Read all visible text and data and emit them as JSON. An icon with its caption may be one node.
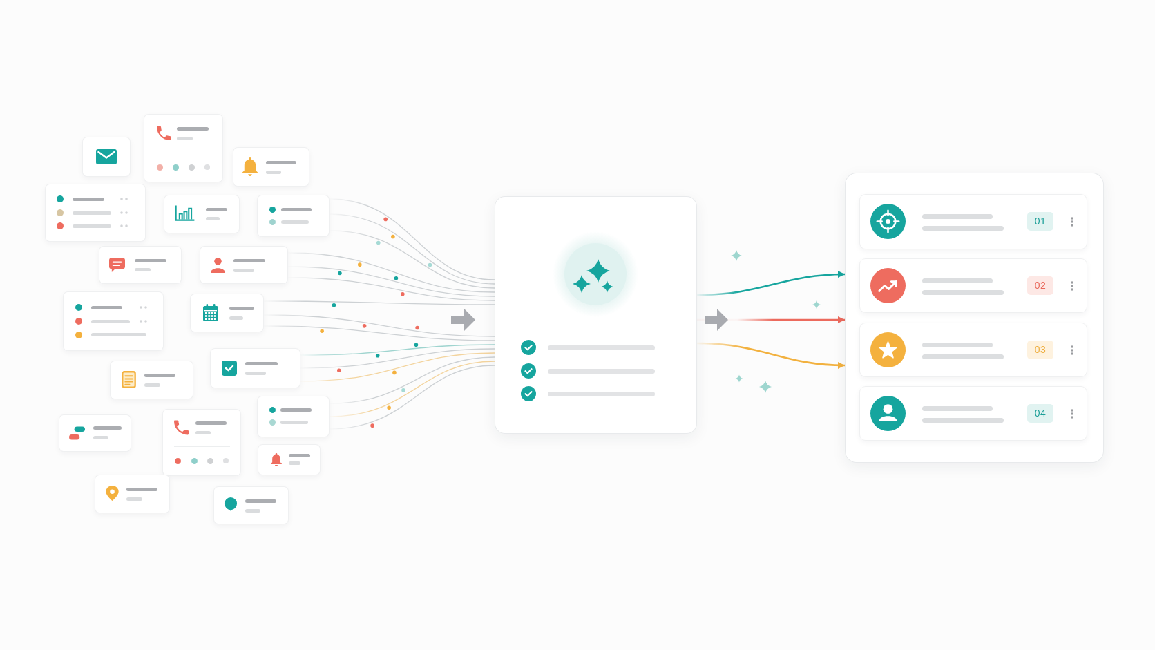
{
  "diagram": {
    "nodes": [
      {
        "text": [],
        "shape": "box"
      },
      {
        "text": [],
        "shape": "box"
      },
      {
        "text": [],
        "shape": "box"
      },
      {
        "text": [],
        "shape": "box"
      },
      {
        "text": [],
        "shape": "box"
      },
      {
        "text": [],
        "shape": "box"
      },
      {
        "text": [],
        "shape": "box"
      },
      {
        "text": [],
        "shape": "box"
      },
      {
        "text": [],
        "shape": "box"
      },
      {
        "text": [],
        "shape": "box"
      },
      {
        "text": [],
        "shape": "box"
      },
      {
        "text": [],
        "shape": "box"
      },
      {
        "text": [],
        "shape": "box"
      },
      {
        "text": [],
        "shape": "box"
      },
      {
        "text": [],
        "shape": "box"
      },
      {
        "text": [],
        "shape": "box"
      },
      {
        "text": [],
        "shape": "box"
      },
      {
        "text": [],
        "shape": "box"
      },
      {
        "text": [],
        "shape": "box"
      },
      {
        "text": [],
        "shape": "box"
      },
      {
        "text": [
          "01"
        ],
        "in": 19
      },
      {
        "text": [
          "02"
        ],
        "in": 19
      },
      {
        "text": [
          "03"
        ],
        "in": 19
      },
      {
        "text": [
          "04"
        ],
        "in": 19
      }
    ],
    "edges": [
      {
        "from": 5,
        "to": 18,
        "arrow": "none"
      },
      {
        "from": 5,
        "to": 18,
        "arrow": "none"
      },
      {
        "from": 5,
        "to": 18,
        "arrow": "none"
      },
      {
        "from": 7,
        "to": 18,
        "arrow": "none"
      },
      {
        "from": 7,
        "to": 18,
        "arrow": "none"
      },
      {
        "from": 7,
        "to": 18,
        "arrow": "none"
      },
      {
        "from": 9,
        "to": 18,
        "arrow": "none"
      },
      {
        "from": 9,
        "to": 18,
        "arrow": "none"
      },
      {
        "from": 9,
        "to": 18,
        "arrow": "none"
      },
      {
        "from": 11,
        "to": 18,
        "arrow": "none",
        "color": "#9fd4cf"
      },
      {
        "from": 11,
        "to": 18,
        "arrow": "none"
      },
      {
        "from": 11,
        "to": 18,
        "arrow": "none",
        "color": "#f3d49e"
      },
      {
        "from": 14,
        "to": 18,
        "arrow": "none"
      },
      {
        "from": 14,
        "to": 18,
        "arrow": "none",
        "color": "#f3d49e"
      },
      {
        "from": 14,
        "to": 18,
        "arrow": "none"
      },
      {
        "from": 18,
        "to": 19,
        "arrow": "to",
        "color": "#16a59e"
      },
      {
        "from": 18,
        "to": 19,
        "arrow": "to",
        "color": "#ec6a5d"
      },
      {
        "from": 18,
        "to": 19,
        "arrow": "to",
        "color": "#f2b13f"
      }
    ]
  }
}
